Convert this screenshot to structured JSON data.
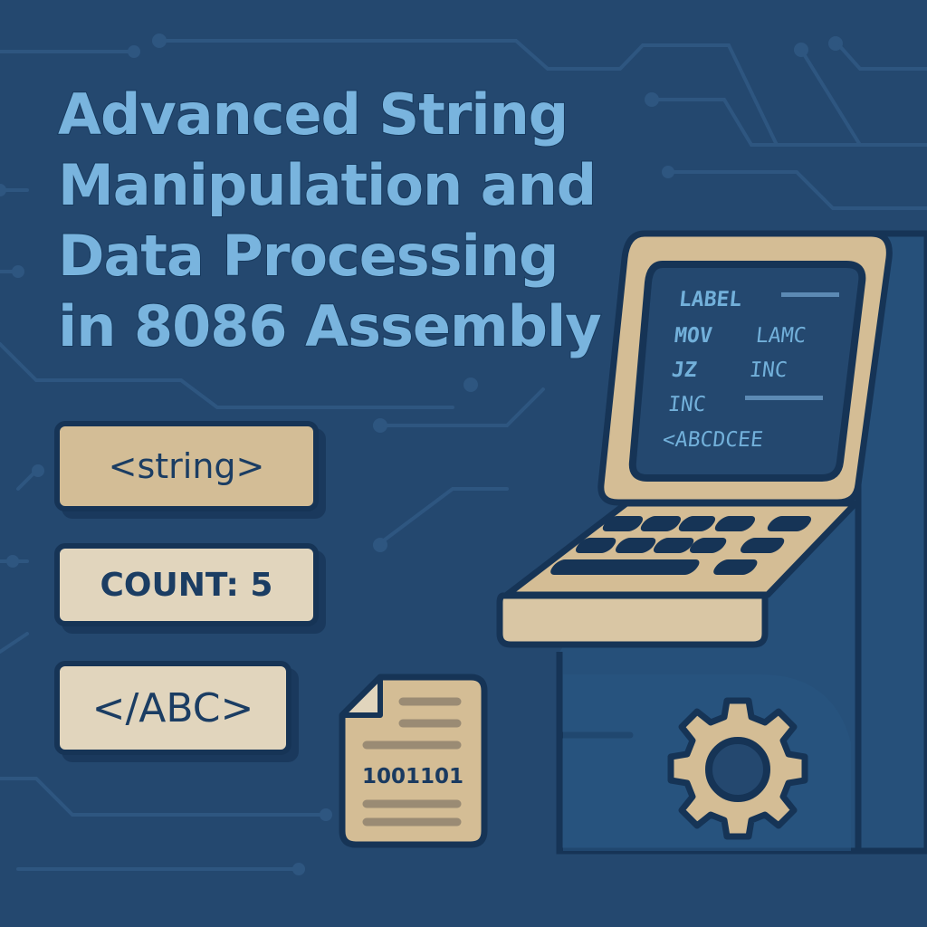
{
  "title": {
    "lines": [
      "Advanced String",
      "Manipulation and",
      "Data Processing",
      "in 8086 Assembly"
    ]
  },
  "tags": {
    "string": "<string>",
    "count": "COUNT: 5",
    "close_abc": "</ABC>"
  },
  "laptop_screen": {
    "lines": [
      {
        "col1": "LABEL",
        "col2": ""
      },
      {
        "col1": "MOV",
        "col2": "LAMC"
      },
      {
        "col1": "JZ",
        "col2": "INC"
      },
      {
        "col1": "INC",
        "col2": ""
      },
      {
        "col1": "<ABCDCEE",
        "col2": ""
      }
    ]
  },
  "document": {
    "binary": "1001101"
  },
  "icons": [
    "circuit-trace-background",
    "laptop-icon",
    "document-icon",
    "gear-icon"
  ],
  "colors": {
    "background": "#24486f",
    "title": "#79b4de",
    "outline": "#163456",
    "tan": "#d3bd96",
    "cream": "#e1d5bd",
    "screen_text": "#72b0da"
  }
}
